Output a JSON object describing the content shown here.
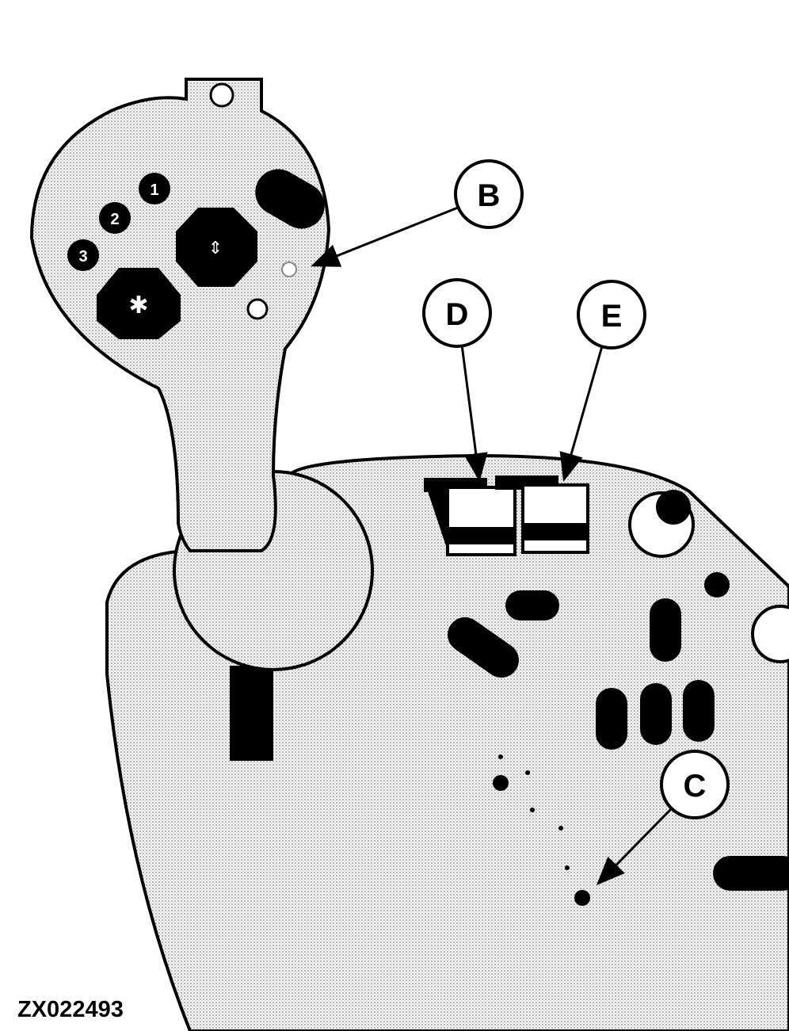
{
  "figure_id": "ZX022493",
  "callouts": {
    "b": "B",
    "c": "C",
    "d": "D",
    "e": "E"
  },
  "joystick_buttons": {
    "one": "1",
    "two": "2",
    "three": "3"
  },
  "colors": {
    "ink": "#000000",
    "paper": "#ffffff",
    "stipple": "#b0b0b0"
  }
}
